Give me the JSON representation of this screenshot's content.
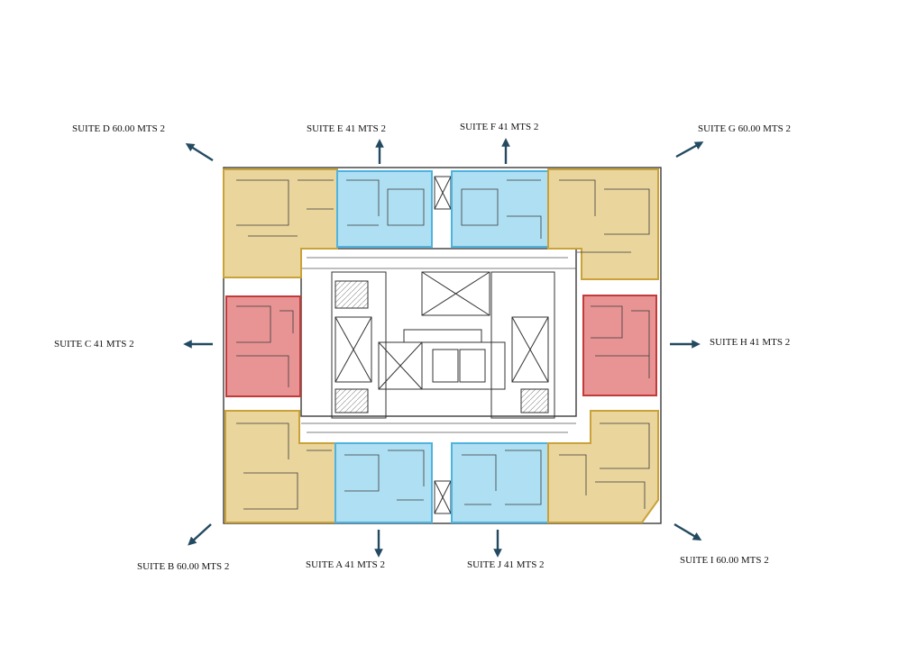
{
  "colors": {
    "suite_60": "#d9b24c",
    "suite_41": "#6cc4e8",
    "suite_41_side": "#d94c4c",
    "arrow": "#234a61",
    "wall": "#3b3b3b"
  },
  "suites": [
    {
      "id": "D",
      "label": "SUITE D 60.00  MTS 2",
      "group": "suite_60"
    },
    {
      "id": "E",
      "label": "SUITE E 41 MTS 2",
      "group": "suite_41"
    },
    {
      "id": "F",
      "label": "SUITE F 41 MTS 2",
      "group": "suite_41"
    },
    {
      "id": "G",
      "label": "SUITE G 60.00  MTS 2",
      "group": "suite_60"
    },
    {
      "id": "C",
      "label": "SUITE C 41 MTS 2",
      "group": "suite_41_side"
    },
    {
      "id": "H",
      "label": "SUITE H 41 MTS 2",
      "group": "suite_41_side"
    },
    {
      "id": "B",
      "label": "SUITE B 60.00  MTS 2",
      "group": "suite_60"
    },
    {
      "id": "A",
      "label": "SUITE A 41 MTS 2",
      "group": "suite_41"
    },
    {
      "id": "J",
      "label": "SUITE J 41 MTS 2",
      "group": "suite_41"
    },
    {
      "id": "I",
      "label": "SUITE I 60.00  MTS 2",
      "group": "suite_60"
    }
  ],
  "icons": [
    "arrow-icon"
  ]
}
